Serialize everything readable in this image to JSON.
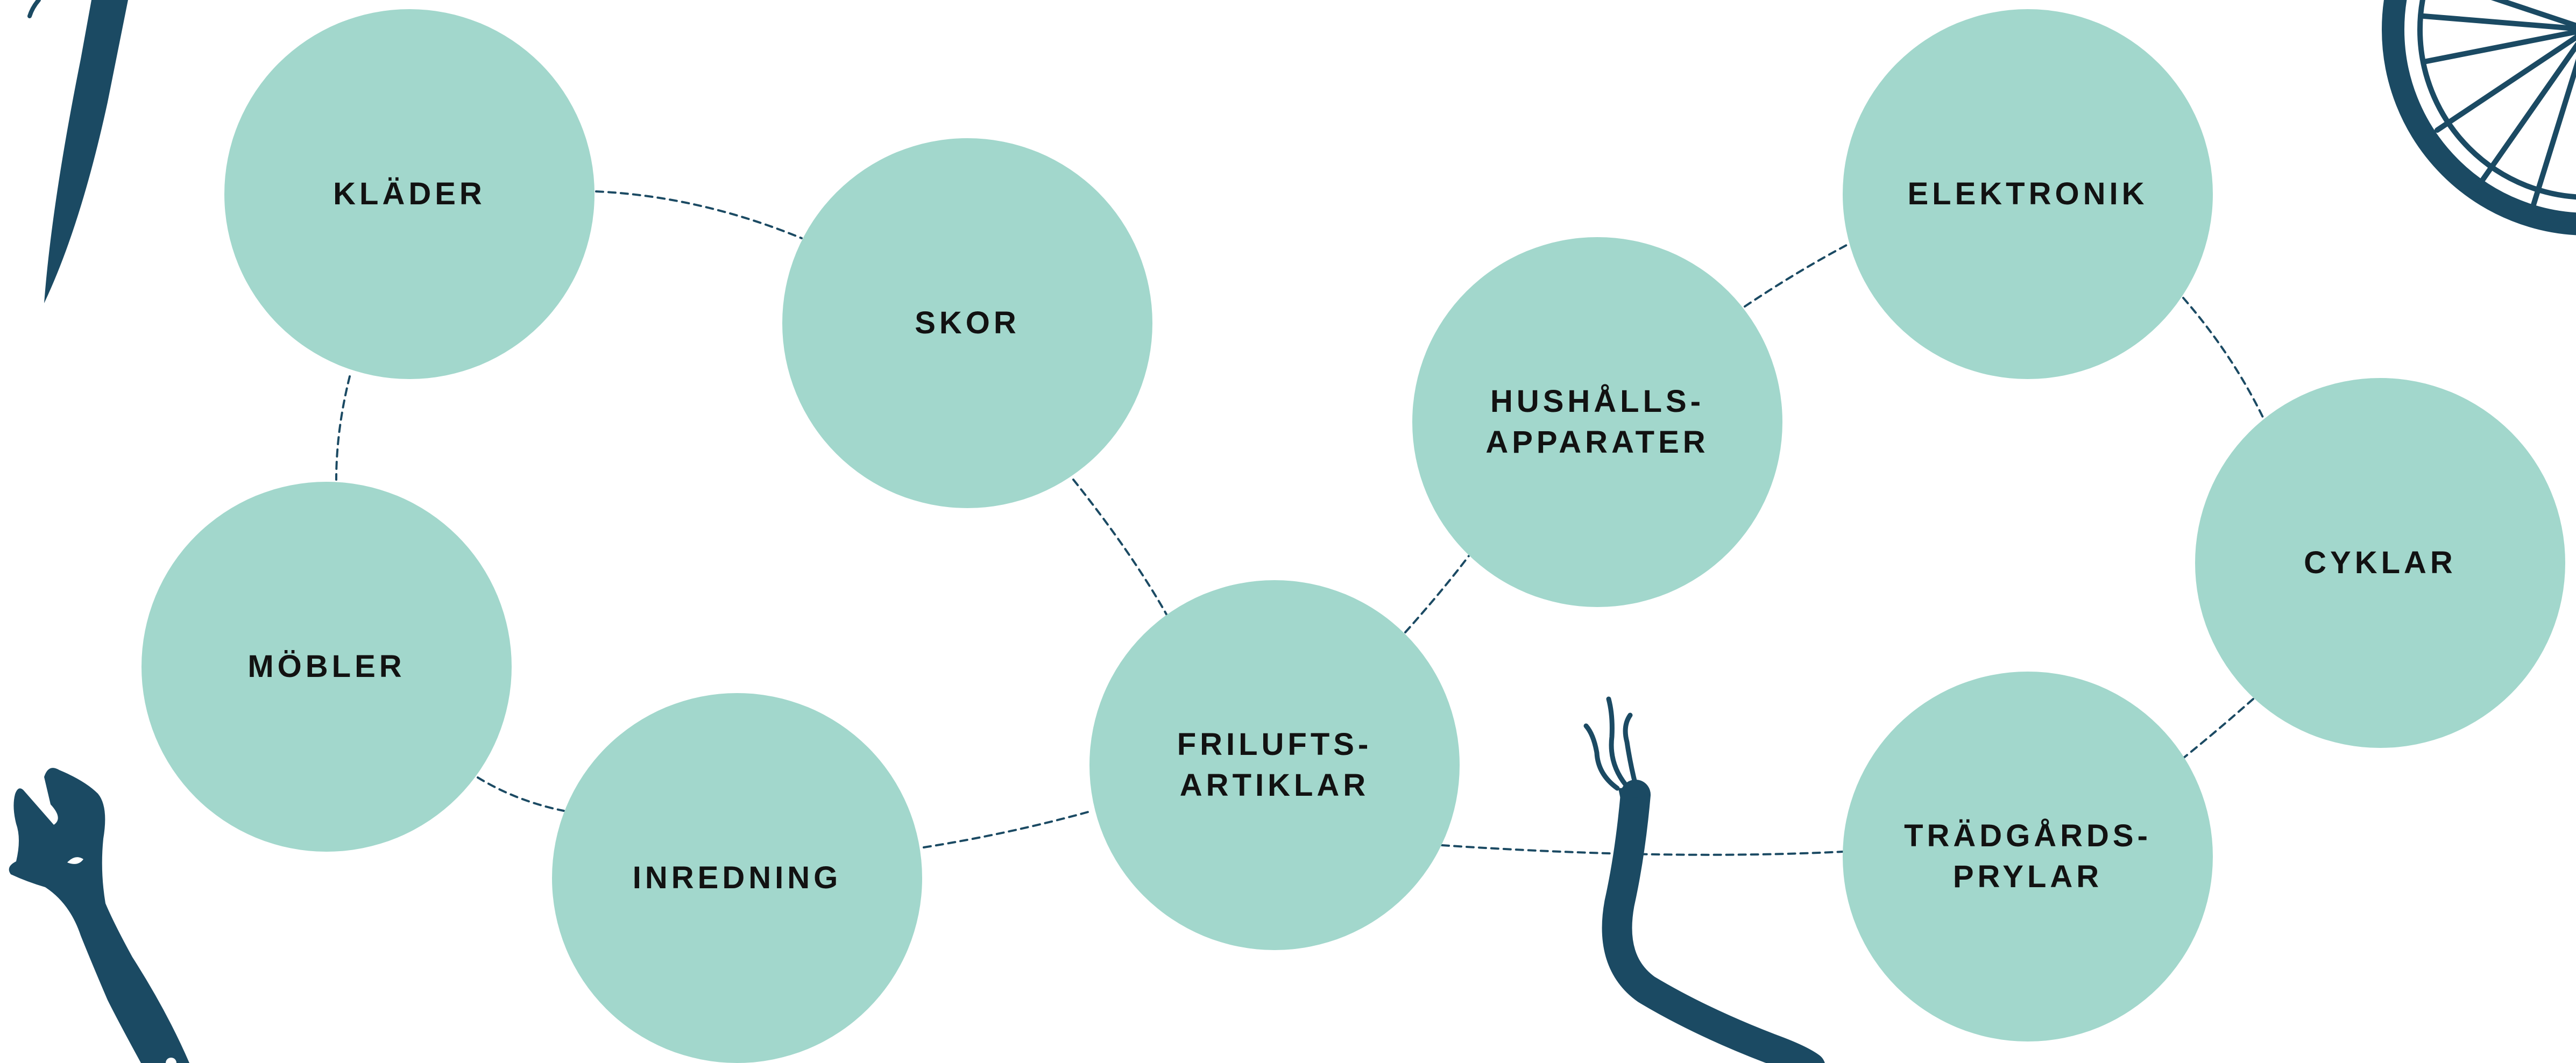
{
  "colors": {
    "node_fill": "#a2d7cc",
    "label": "#121212",
    "connector": "#1b4a63",
    "illustration": "#1b4a63",
    "background": "#ffffff"
  },
  "nodes": {
    "klader": {
      "lines": [
        "KLÄDER"
      ]
    },
    "skor": {
      "lines": [
        "SKOR"
      ]
    },
    "mobler": {
      "lines": [
        "MÖBLER"
      ]
    },
    "inredning": {
      "lines": [
        "INREDNING"
      ]
    },
    "friluft": {
      "lines": [
        "FRILUFTS-",
        "ARTIKLAR"
      ]
    },
    "hushall": {
      "lines": [
        "HUSHÅLLS-",
        "APPARATER"
      ]
    },
    "elektronik": {
      "lines": [
        "ELEKTRONIK"
      ]
    },
    "cyklar": {
      "lines": [
        "CYKLAR"
      ]
    },
    "tradgard": {
      "lines": [
        "TRÄDGÅRDS-",
        "PRYLAR"
      ]
    }
  },
  "connections": [
    [
      "klader",
      "skor"
    ],
    [
      "klader",
      "mobler"
    ],
    [
      "mobler",
      "inredning"
    ],
    [
      "skor",
      "friluft"
    ],
    [
      "inredning",
      "friluft"
    ],
    [
      "friluft",
      "hushall"
    ],
    [
      "friluft",
      "tradgard"
    ],
    [
      "hushall",
      "elektronik"
    ],
    [
      "elektronik",
      "cyklar"
    ],
    [
      "cyklar",
      "tradgard"
    ]
  ],
  "illustrations": [
    "pen-icon",
    "bicycle-wheel-icon",
    "wrench-icon",
    "cable-icon"
  ]
}
